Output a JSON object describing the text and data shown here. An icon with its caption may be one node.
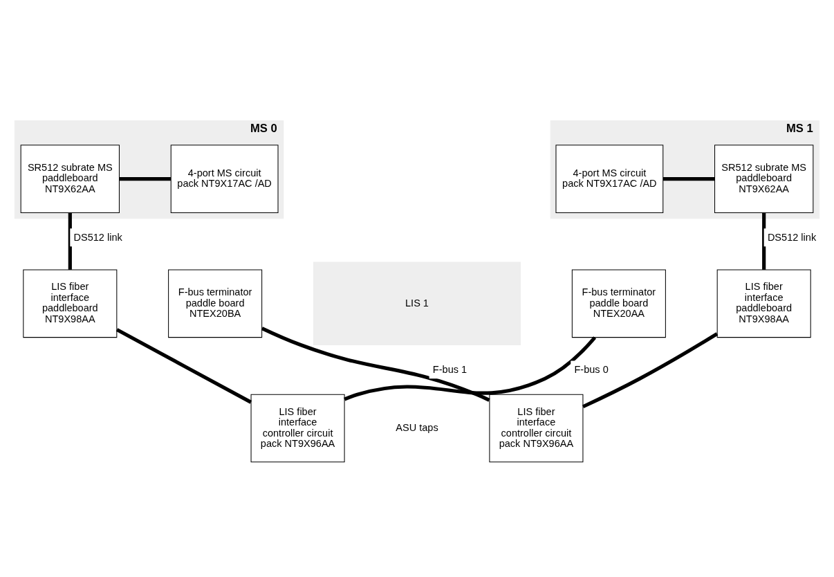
{
  "diagram": {
    "nodes": [
      {
        "text": [
          "MS 0"
        ]
      },
      {
        "text": [
          "SR512 subrate MS paddleboard NT9X62AA"
        ],
        "in": 0
      },
      {
        "text": [
          "4-port MS circuit pack NT9X17AC /AD"
        ],
        "in": 0
      },
      {
        "text": [
          "MS 1"
        ]
      },
      {
        "text": [
          "4-port MS circuit pack NT9X17AC /AD"
        ],
        "in": 3
      },
      {
        "text": [
          "SR512 subrate MS paddleboard NT9X62AA"
        ],
        "in": 3
      },
      {
        "text": [
          "LIS 1"
        ]
      },
      {
        "text": [
          "LIS fiber interface paddleboard NT9X98AA"
        ]
      },
      {
        "text": [
          "F-bus terminator paddle board NTEX20BA"
        ]
      },
      {
        "text": [
          "F-bus terminator paddle board NTEX20AA"
        ]
      },
      {
        "text": [
          "LIS fiber interface paddleboard NT9X98AA"
        ]
      },
      {
        "text": [
          "LIS fiber interface controller circuit pack NT9X96AA"
        ]
      },
      {
        "text": [
          "LIS fiber interface controller circuit pack NT9X96AA"
        ]
      }
    ],
    "edges": [
      {
        "from": 1,
        "to": 2,
        "arrow": "none"
      },
      {
        "from": 4,
        "to": 5,
        "arrow": "none"
      },
      {
        "from": 1,
        "to": 7,
        "arrow": "none",
        "label": "DS512 link"
      },
      {
        "from": 5,
        "to": 10,
        "arrow": "none",
        "label": "DS512 link"
      },
      {
        "from": 7,
        "to": 11,
        "arrow": "none"
      },
      {
        "from": 10,
        "to": 12,
        "arrow": "none"
      },
      {
        "from": 11,
        "to": 9,
        "arrow": "none",
        "label": "F-bus 0"
      },
      {
        "from": 8,
        "to": 12,
        "arrow": "none",
        "label": "F-bus 1"
      }
    ],
    "labels": [
      "ASU taps"
    ]
  }
}
